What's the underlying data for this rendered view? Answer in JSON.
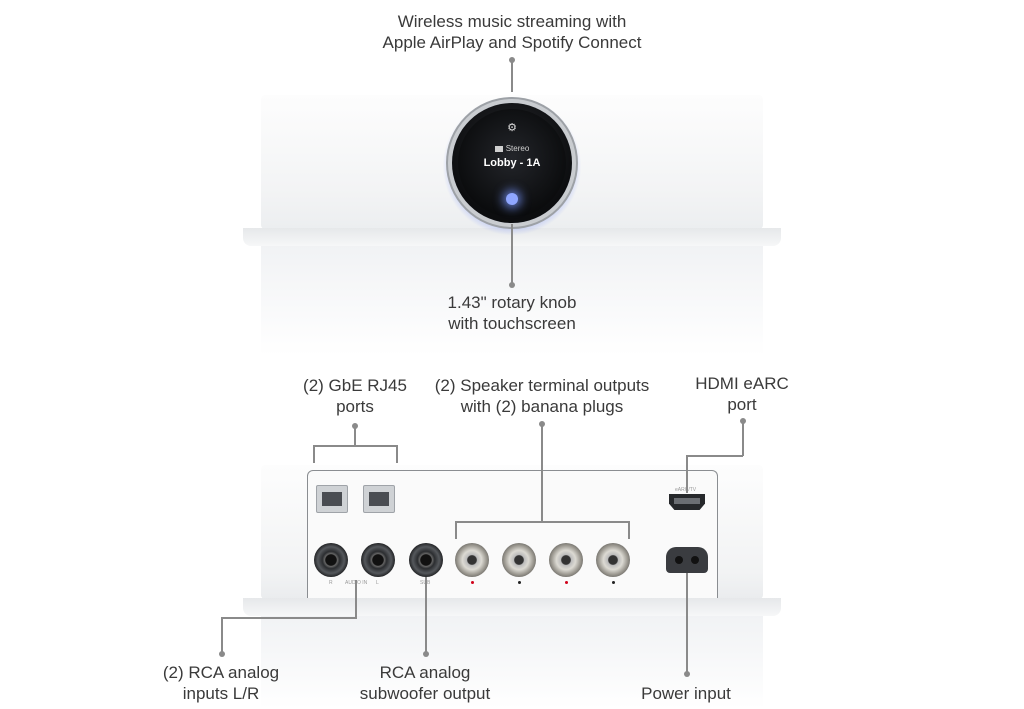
{
  "callouts": {
    "wireless": {
      "line1": "Wireless music streaming with",
      "line2": "Apple AirPlay and Spotify Connect"
    },
    "knob": {
      "line1": "1.43\" rotary knob",
      "line2": "with touchscreen"
    },
    "gbe": {
      "line1": "(2) GbE RJ45",
      "line2": "ports"
    },
    "speaker": {
      "line1": "(2) Speaker terminal outputs",
      "line2": "with (2) banana plugs"
    },
    "hdmi": {
      "line1": "HDMI eARC",
      "line2": "port"
    },
    "rca_in": {
      "line1": "(2) RCA analog",
      "line2": "inputs L/R"
    },
    "sub": {
      "line1": "RCA analog",
      "line2": "subwoofer output"
    },
    "power": {
      "line1": "Power input"
    }
  },
  "knob_display": {
    "mode": "Stereo",
    "title": "Lobby - 1A"
  },
  "port_labels": {
    "rca_r": "R",
    "rca_audio_in": "AUDIO IN",
    "rca_l": "L",
    "sub": "SUB",
    "hdmi": "eARC/TV"
  },
  "colors": {
    "accent_glow": "#6f8cff",
    "positive_terminal": "#d0021b",
    "negative_terminal": "#222222"
  },
  "icons": {
    "knob_top": "gear-icon",
    "knob_mode": "speaker-icon"
  }
}
